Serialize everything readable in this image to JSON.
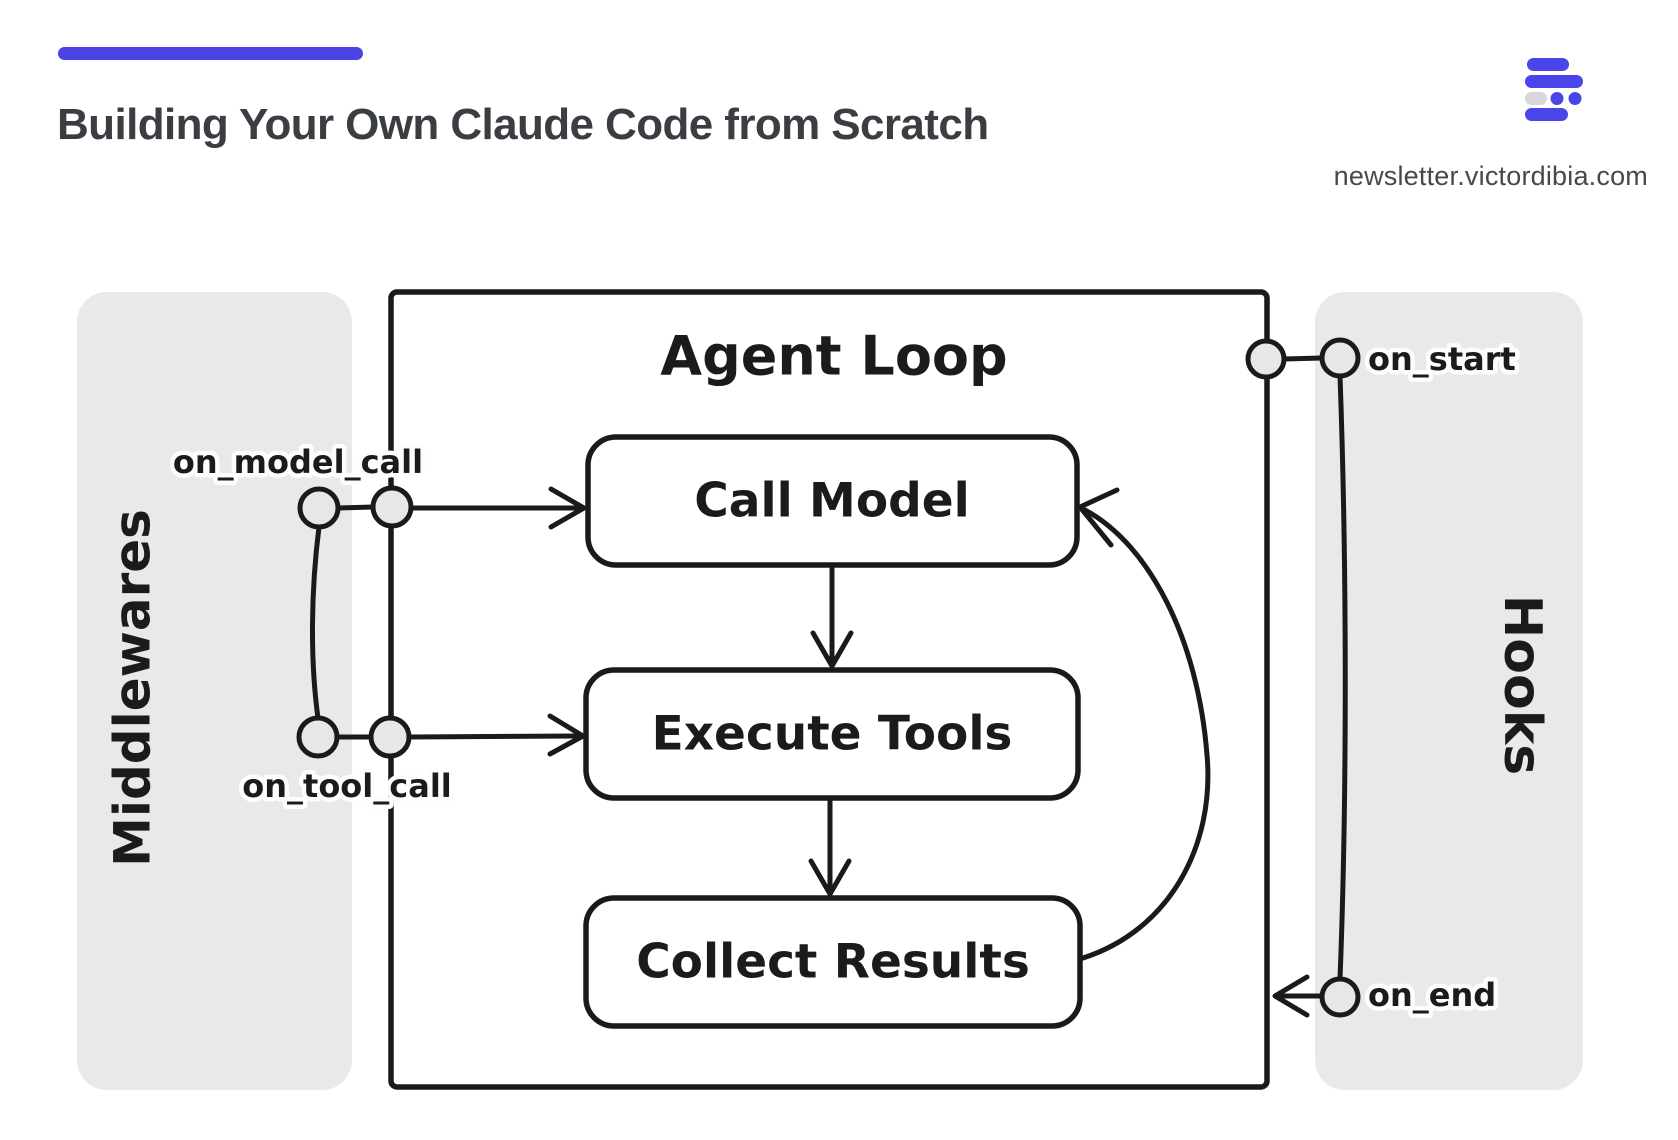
{
  "header": {
    "title": "Building Your Own Claude Code from Scratch",
    "site_url": "newsletter.victordibia.com",
    "accent_color": "#4a42e3",
    "title_color": "#3a3d42"
  },
  "logo": {
    "blue": "#4a45e8",
    "gray": "#d8d8da"
  },
  "diagram": {
    "stroke_color": "#1a1a1a",
    "panel_fill": "#e9e9e9",
    "node_fill": "#e7e7e7",
    "agent_loop": {
      "title": "Agent Loop",
      "steps": [
        {
          "label": "Call Model"
        },
        {
          "label": "Execute Tools"
        },
        {
          "label": "Collect Results"
        }
      ]
    },
    "middlewares_panel": {
      "title": "Middlewares",
      "hooks": [
        {
          "label": "on_model_call"
        },
        {
          "label": "on_tool_call"
        }
      ]
    },
    "hooks_panel": {
      "title": "Hooks",
      "hooks": [
        {
          "label": "on_start"
        },
        {
          "label": "on_end"
        }
      ]
    }
  }
}
